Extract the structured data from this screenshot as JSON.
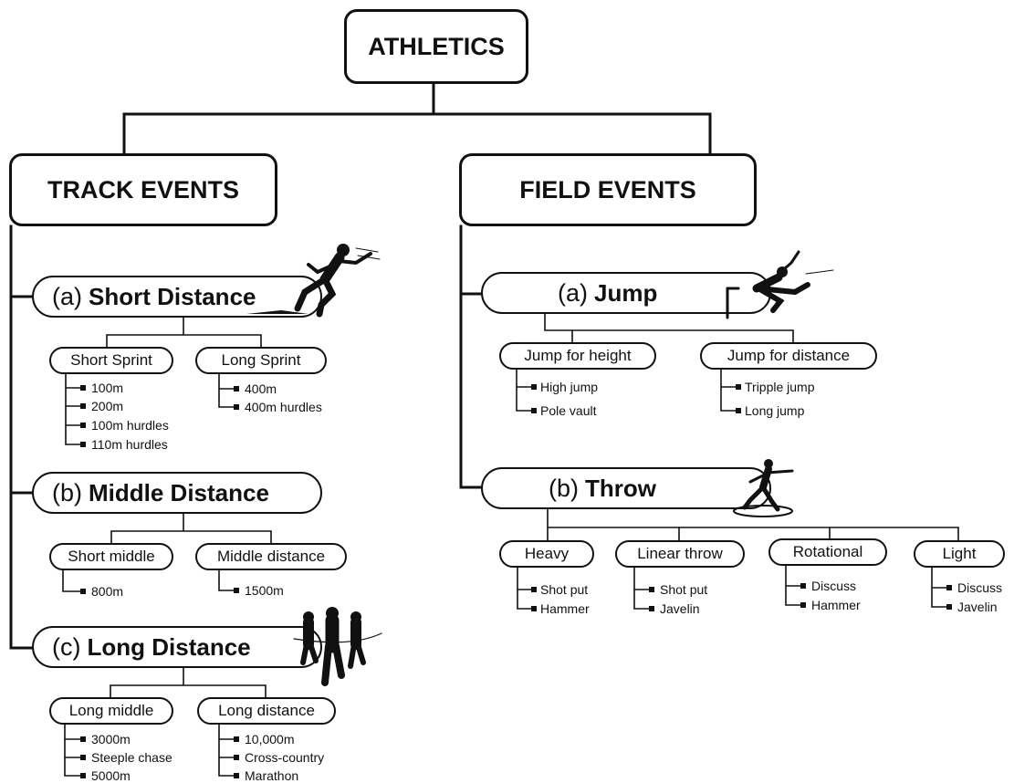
{
  "root": "ATHLETICS",
  "track": {
    "title": "TRACK EVENTS",
    "short": {
      "prefix": "(a)",
      "title": "Short Distance",
      "groups": [
        {
          "label": "Short Sprint",
          "items": [
            "100m",
            "200m",
            "100m hurdles",
            "110m hurdles"
          ]
        },
        {
          "label": "Long Sprint",
          "items": [
            "400m",
            "400m hurdles"
          ]
        }
      ]
    },
    "middle": {
      "prefix": "(b)",
      "title": "Middle Distance",
      "groups": [
        {
          "label": "Short middle",
          "items": [
            "800m"
          ]
        },
        {
          "label": "Middle distance",
          "items": [
            "1500m"
          ]
        }
      ]
    },
    "long": {
      "prefix": "(c)",
      "title": "Long Distance",
      "groups": [
        {
          "label": "Long middle",
          "items": [
            "3000m",
            "Steeple chase",
            "5000m"
          ]
        },
        {
          "label": "Long distance",
          "items": [
            "10,000m",
            "Cross-country",
            "Marathon"
          ]
        }
      ]
    }
  },
  "field": {
    "title": "FIELD EVENTS",
    "jump": {
      "prefix": "(a)",
      "title": "Jump",
      "groups": [
        {
          "label": "Jump for height",
          "items": [
            "High jump",
            "Pole vault"
          ]
        },
        {
          "label": "Jump for distance",
          "items": [
            "Tripple jump",
            "Long jump"
          ]
        }
      ]
    },
    "throw": {
      "prefix": "(b)",
      "title": "Throw",
      "groups": [
        {
          "label": "Heavy",
          "items": [
            "Shot put",
            "Hammer"
          ]
        },
        {
          "label": "Linear throw",
          "items": [
            "Shot put",
            "Javelin"
          ]
        },
        {
          "label": "Rotational",
          "items": [
            "Discuss",
            "Hammer"
          ]
        },
        {
          "label": "Light",
          "items": [
            "Discuss",
            "Javelin"
          ]
        }
      ]
    }
  },
  "icons": [
    "sprinter-icon",
    "high-jumper-icon",
    "discus-thrower-icon",
    "runners-group-icon"
  ],
  "colors": {
    "line": "#111111",
    "background": "#ffffff"
  }
}
